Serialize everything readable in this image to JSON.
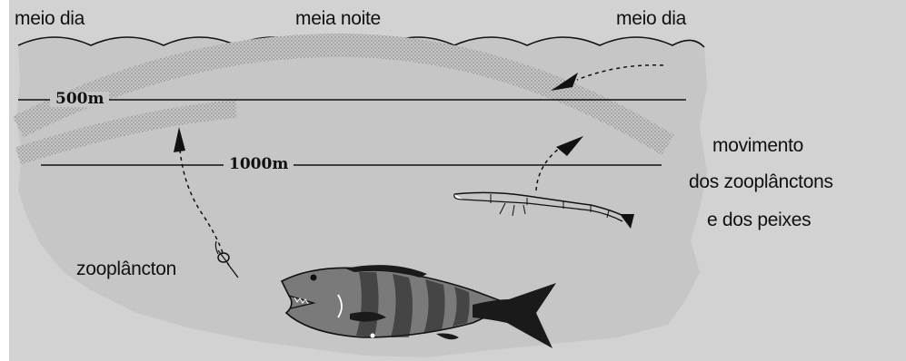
{
  "labels": {
    "time_left": "meio dia",
    "time_center": "meia noite",
    "time_right": "meio dia",
    "depth_500": "500m",
    "depth_1000": "1000m",
    "legend_line1": "movimento",
    "legend_line2": "dos zooplânctons",
    "legend_line3": "e dos peixes",
    "zooplankton": "zooplâncton"
  },
  "colors": {
    "water": "#c6c6c6",
    "frame": "#d2d2d2",
    "band": "#b4b4b4",
    "ink": "#111111",
    "fish_body": "#7a7a7a",
    "fish_dark": "#1a1a1a"
  }
}
